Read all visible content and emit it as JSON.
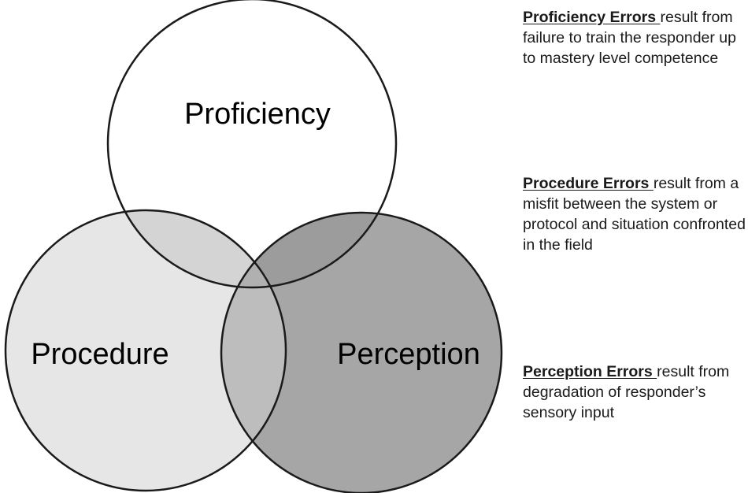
{
  "diagram": {
    "circles": [
      {
        "id": "proficiency",
        "label": "Proficiency",
        "fill": "#ffffff"
      },
      {
        "id": "procedure",
        "label": "Procedure",
        "fill": "#e6e6e6"
      },
      {
        "id": "perception",
        "label": "Perception",
        "fill": "#a6a6a6"
      }
    ],
    "overlap_colors": {
      "proficiency_procedure": "#d4d4d4",
      "proficiency_perception": "#9c9c9c",
      "procedure_perception": "#bdbdbd",
      "all_three": "#b0b0b0"
    },
    "stroke_color": "#1a1a1a"
  },
  "descriptions": [
    {
      "term": "Proficiency Errors ",
      "text": "result from failure to train the responder up to mastery level competence"
    },
    {
      "term": "Procedure Errors ",
      "text": "result from a misfit between the system or protocol and situation confronted in the field"
    },
    {
      "term": "Perception Errors ",
      "text": "result from degradation of responder’s sensory input"
    }
  ]
}
